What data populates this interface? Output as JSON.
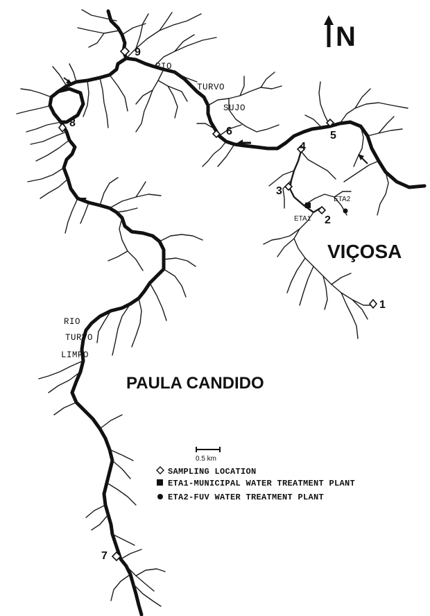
{
  "north": {
    "label": "N"
  },
  "rivers": {
    "turvo_sujo": [
      "RIO",
      "TURVO",
      "SUJO"
    ],
    "turvo_limpo": [
      "RIO",
      "TURVO",
      "LIMPO"
    ]
  },
  "cities": {
    "vicosa": "VIÇOSA",
    "paula_candido": "PAULA CANDIDO"
  },
  "sites": [
    "1",
    "2",
    "3",
    "4",
    "5",
    "6",
    "7",
    "8",
    "9"
  ],
  "plants": {
    "eta1": "ETA1",
    "eta2": "ETA2"
  },
  "scale": {
    "label": "0.5 km"
  },
  "legend": [
    {
      "symbol": "diamond",
      "text": "SAMPLING LOCATION"
    },
    {
      "symbol": "square",
      "text": "ETA1-MUNICIPAL WATER TREATMENT PLANT"
    },
    {
      "symbol": "circle",
      "text": "ETA2-FUV WATER TREATMENT PLANT"
    }
  ]
}
